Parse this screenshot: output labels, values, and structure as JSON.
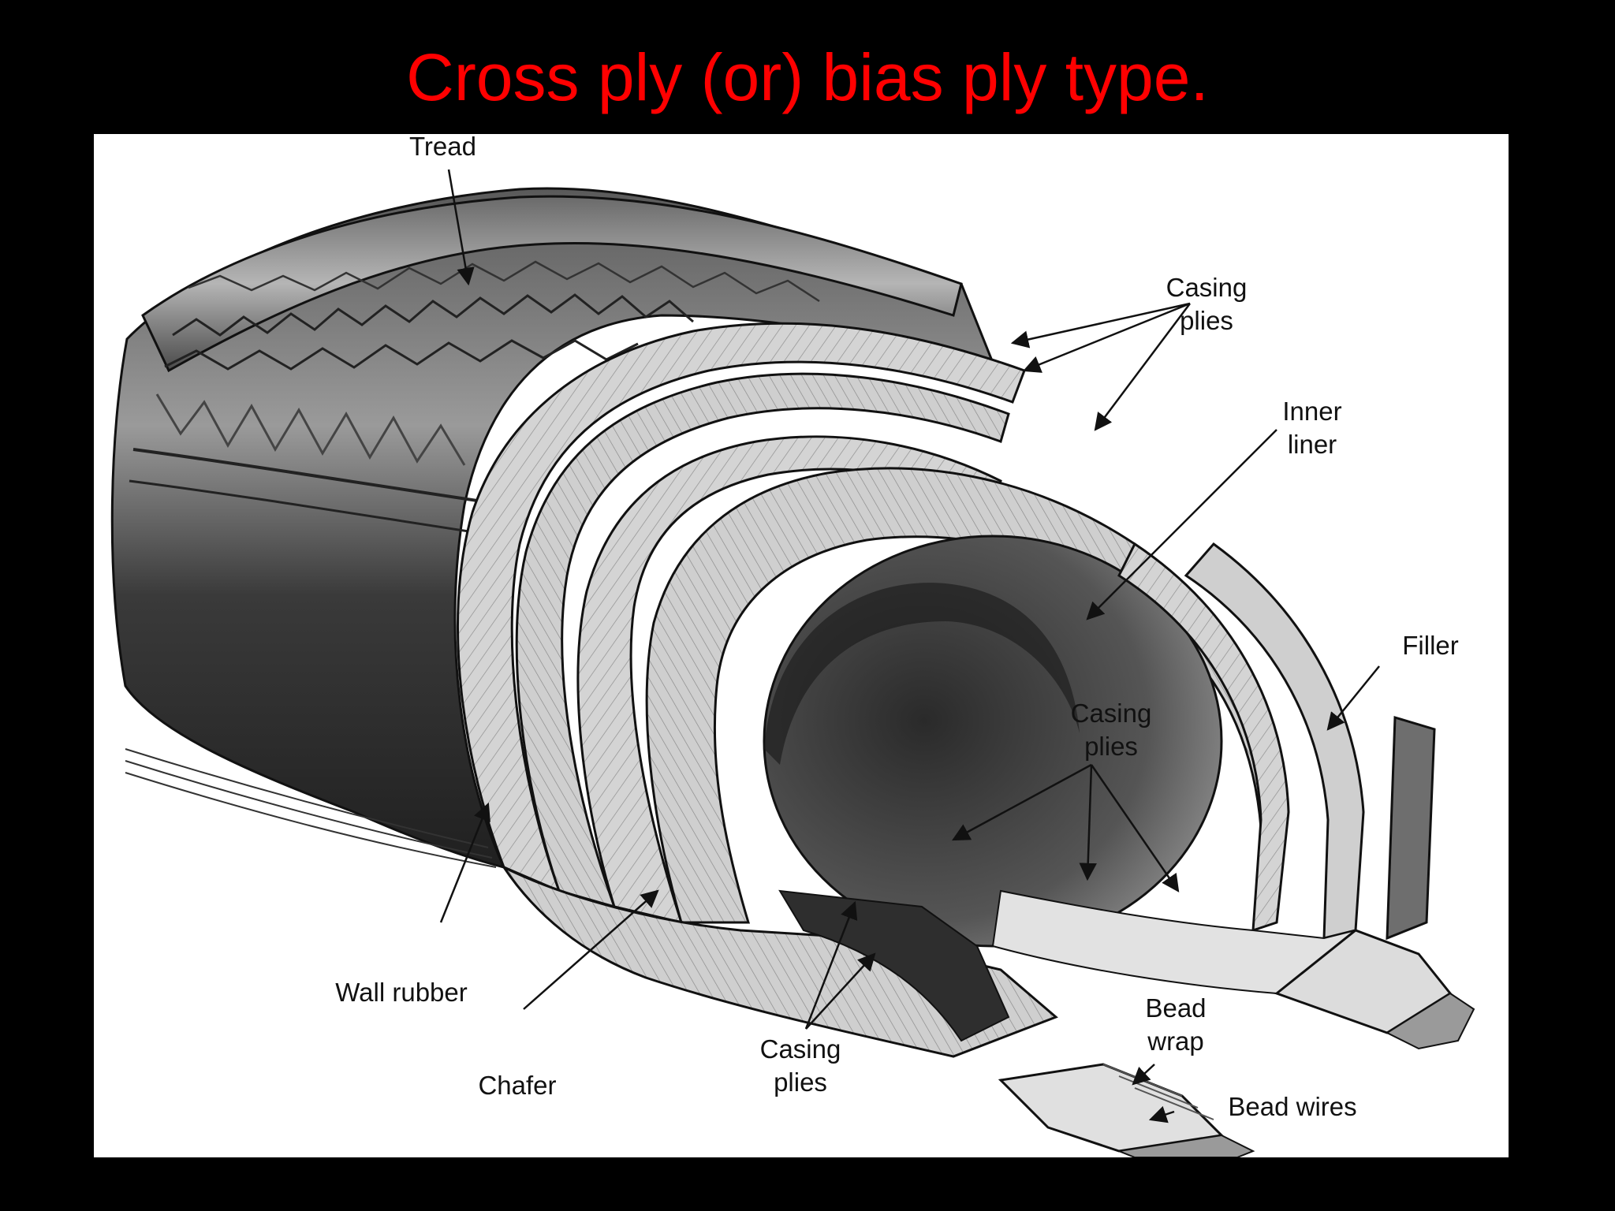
{
  "slide": {
    "title": "Cross ply (or) bias ply type."
  },
  "diagram": {
    "labels": {
      "tread": "Tread",
      "casing_plies_top_1": "Casing",
      "casing_plies_top_2": "plies",
      "inner_liner_1": "Inner",
      "inner_liner_2": "liner",
      "filler": "Filler",
      "casing_plies_mid_1": "Casing",
      "casing_plies_mid_2": "plies",
      "wall_rubber": "Wall rubber",
      "chafer": "Chafer",
      "casing_plies_bottom_1": "Casing",
      "casing_plies_bottom_2": "plies",
      "bead_wrap_1": "Bead",
      "bead_wrap_2": "wrap",
      "bead_wires": "Bead wires"
    },
    "colors": {
      "title": "#ff0000",
      "background": "#000000",
      "figure_background": "#ffffff"
    }
  }
}
